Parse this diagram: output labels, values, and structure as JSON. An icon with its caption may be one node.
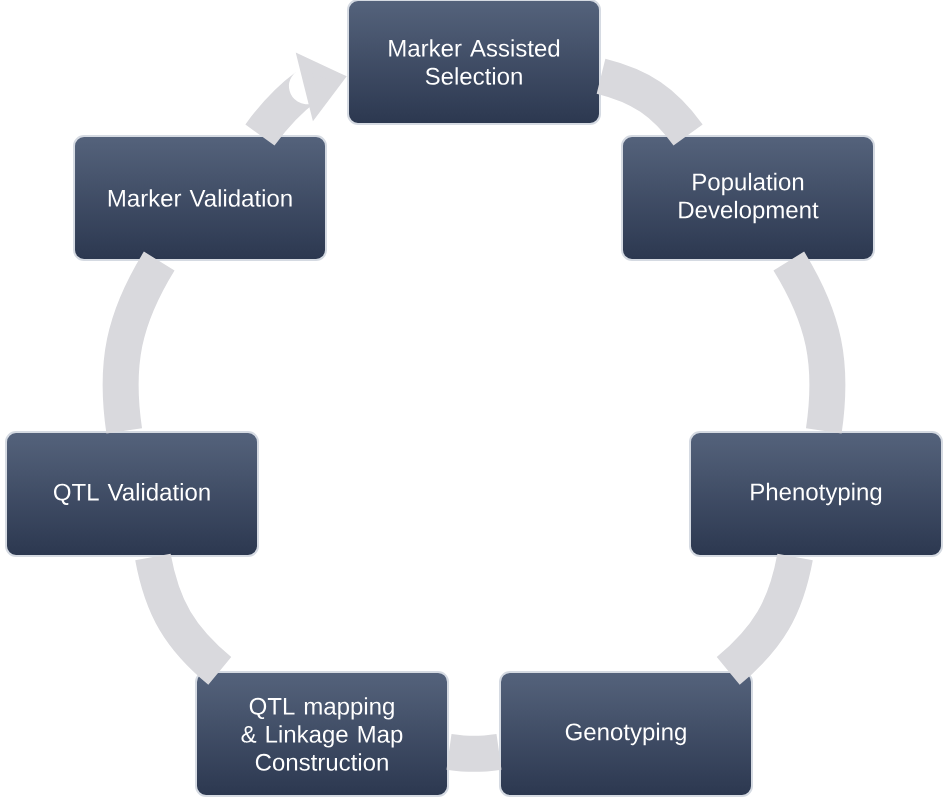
{
  "diagram": {
    "nodes": [
      {
        "text": [
          "Marker Assisted Selection"
        ]
      },
      {
        "text": [
          "Population Development"
        ]
      },
      {
        "text": [
          "Phenotyping"
        ]
      },
      {
        "text": [
          "Genotyping"
        ]
      },
      {
        "text": [
          "QTL mapping & Linkage Map Construction"
        ]
      },
      {
        "text": [
          "QTL Validation"
        ]
      },
      {
        "text": [
          "Marker Validation"
        ]
      }
    ],
    "edges": [
      {
        "from": 0,
        "to": 1,
        "arrow": "none"
      },
      {
        "from": 1,
        "to": 2,
        "arrow": "none"
      },
      {
        "from": 2,
        "to": 3,
        "arrow": "none"
      },
      {
        "from": 3,
        "to": 4,
        "arrow": "none"
      },
      {
        "from": 4,
        "to": 5,
        "arrow": "none"
      },
      {
        "from": 5,
        "to": 6,
        "arrow": "none"
      },
      {
        "from": 6,
        "to": 0,
        "arrow": "to"
      }
    ]
  }
}
